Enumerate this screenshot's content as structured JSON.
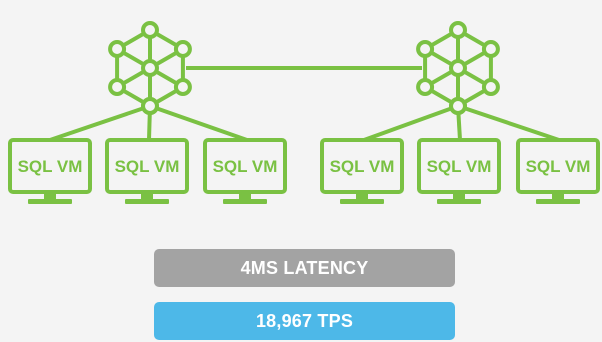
{
  "colors": {
    "background": "#f4f4f4",
    "accent_green": "#7ac143",
    "latency_bar": "#a3a3a3",
    "tps_bar": "#4db8e8",
    "text_on_bar": "#ffffff"
  },
  "diagram": {
    "clusters": [
      {
        "hub_icon": "network-hub-icon",
        "vms": [
          {
            "label": "SQL VM",
            "icon": "monitor-icon"
          },
          {
            "label": "SQL VM",
            "icon": "monitor-icon"
          },
          {
            "label": "SQL VM",
            "icon": "monitor-icon"
          }
        ]
      },
      {
        "hub_icon": "network-hub-icon",
        "vms": [
          {
            "label": "SQL VM",
            "icon": "monitor-icon"
          },
          {
            "label": "SQL VM",
            "icon": "monitor-icon"
          },
          {
            "label": "SQL VM",
            "icon": "monitor-icon"
          }
        ]
      }
    ]
  },
  "metrics": {
    "latency_label": "4MS LATENCY",
    "tps_label": "18,967 TPS"
  }
}
